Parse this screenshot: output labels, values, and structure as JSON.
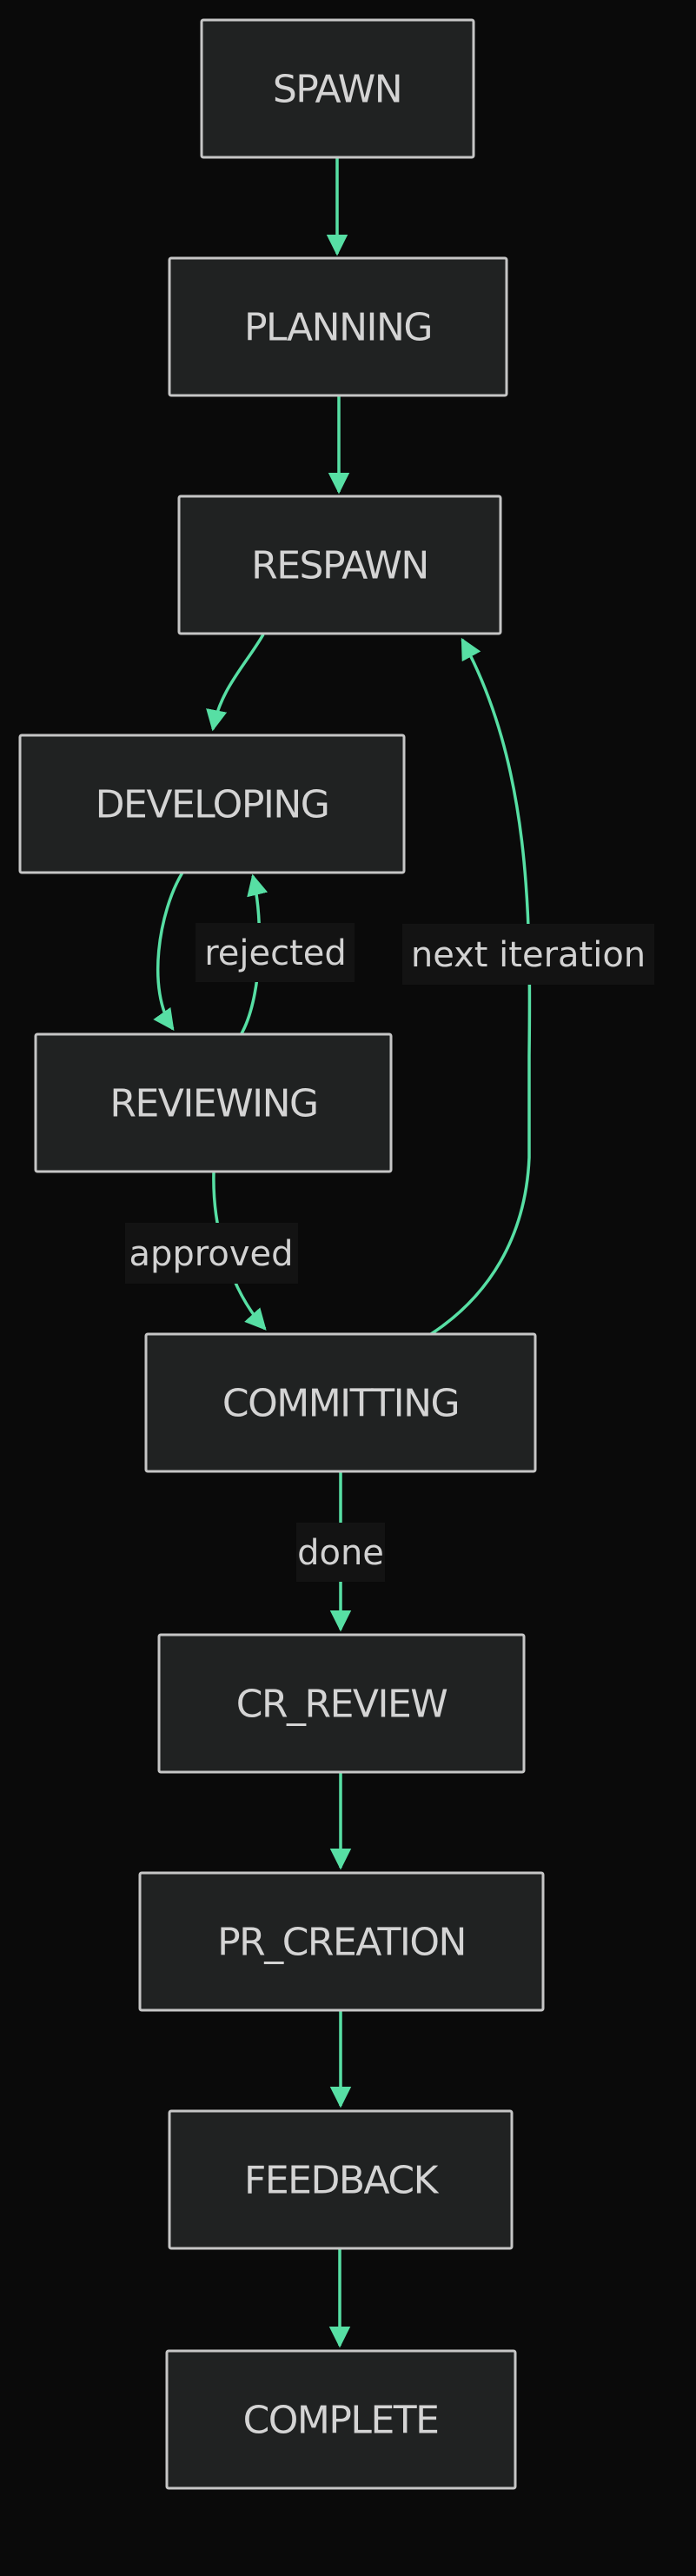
{
  "diagram": {
    "type": "state-machine-flowchart",
    "background_color": "#0a0a0a",
    "node_style": {
      "fill": "#202222",
      "border_color": "#c6c6c6",
      "text_color": "#d4d4d4"
    },
    "edge_style": {
      "line_color": "#57dfa4",
      "arrowhead_color": "#57dfa4",
      "label_text_color": "#d2d2d2",
      "label_background": "#131313"
    },
    "nodes": [
      {
        "id": "spawn",
        "label": "SPAWN"
      },
      {
        "id": "planning",
        "label": "PLANNING"
      },
      {
        "id": "respawn",
        "label": "RESPAWN"
      },
      {
        "id": "developing",
        "label": "DEVELOPING"
      },
      {
        "id": "reviewing",
        "label": "REVIEWING"
      },
      {
        "id": "committing",
        "label": "COMMITTING"
      },
      {
        "id": "cr_review",
        "label": "CR_REVIEW"
      },
      {
        "id": "pr_creation",
        "label": "PR_CREATION"
      },
      {
        "id": "feedback",
        "label": "FEEDBACK"
      },
      {
        "id": "complete",
        "label": "COMPLETE"
      }
    ],
    "edges": [
      {
        "from": "SPAWN",
        "to": "PLANNING",
        "label": ""
      },
      {
        "from": "PLANNING",
        "to": "RESPAWN",
        "label": ""
      },
      {
        "from": "RESPAWN",
        "to": "DEVELOPING",
        "label": ""
      },
      {
        "from": "DEVELOPING",
        "to": "REVIEWING",
        "label": ""
      },
      {
        "from": "REVIEWING",
        "to": "DEVELOPING",
        "label": "rejected"
      },
      {
        "from": "REVIEWING",
        "to": "COMMITTING",
        "label": "approved"
      },
      {
        "from": "COMMITTING",
        "to": "RESPAWN",
        "label": "next iteration"
      },
      {
        "from": "COMMITTING",
        "to": "CR_REVIEW",
        "label": "done"
      },
      {
        "from": "CR_REVIEW",
        "to": "PR_CREATION",
        "label": ""
      },
      {
        "from": "PR_CREATION",
        "to": "FEEDBACK",
        "label": ""
      },
      {
        "from": "FEEDBACK",
        "to": "COMPLETE",
        "label": ""
      }
    ]
  }
}
